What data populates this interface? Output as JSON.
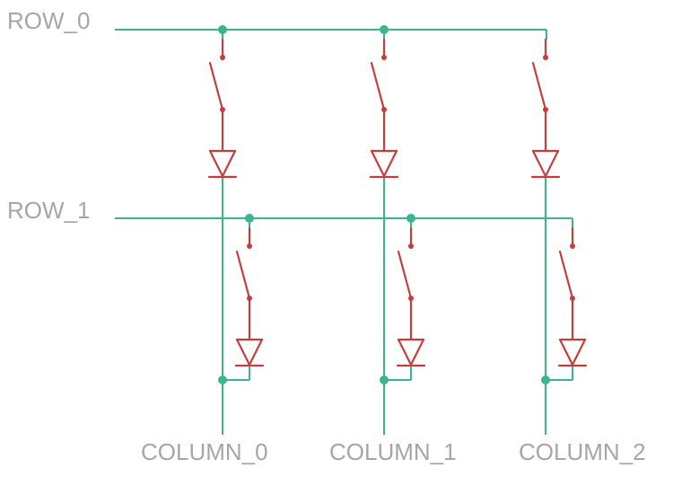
{
  "rows": [
    {
      "label": "ROW_0"
    },
    {
      "label": "ROW_1"
    }
  ],
  "columns": [
    {
      "label": "COLUMN_0"
    },
    {
      "label": "COLUMN_1"
    },
    {
      "label": "COLUMN_2"
    }
  ],
  "colors": {
    "wire": "#3bb58f",
    "component": "#c83c3c",
    "label": "#a6a6a6"
  }
}
